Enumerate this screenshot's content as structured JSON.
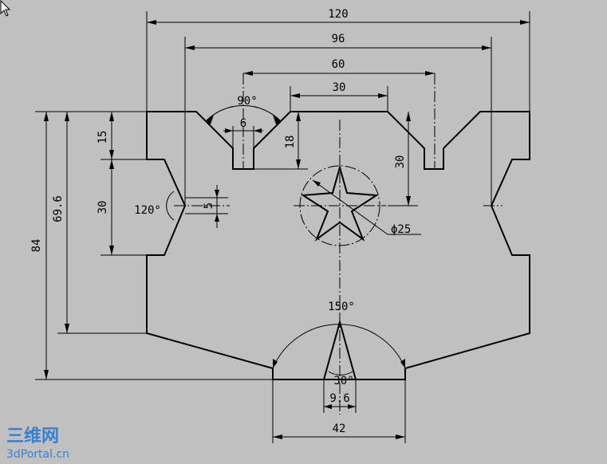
{
  "dimensions": {
    "overall_width": "120",
    "inner_width": "96",
    "slot_spacing": "60",
    "top_flat": "30",
    "overall_height": "84",
    "side_height": "69.6",
    "side_notch_height": "30",
    "top_offset": "15",
    "slot_depth": "18",
    "right_depth": "30",
    "slot_width": "6",
    "notch_tip": "5",
    "bottom_width": "42",
    "tip_width": "9.6",
    "star_diameter": "ϕ25"
  },
  "angles": {
    "v_notch": "90°",
    "side_notch": "120°",
    "arc": "150°",
    "tip": "30°"
  },
  "watermark": {
    "brand": "三维网",
    "url": "3dPortal.cn"
  },
  "colors": {
    "background": "#c0c0c0",
    "line": "#000000",
    "watermark": "#3a7fd0"
  }
}
